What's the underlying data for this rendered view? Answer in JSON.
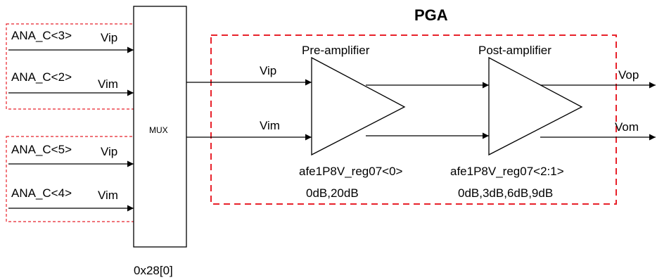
{
  "title": "PGA",
  "colors": {
    "dashed_box": "#e8212a",
    "line": "#000000"
  },
  "inputs": [
    {
      "name": "ANA_C<3>",
      "pin": "Vip"
    },
    {
      "name": "ANA_C<2>",
      "pin": "Vim"
    },
    {
      "name": "ANA_C<5>",
      "pin": "Vip"
    },
    {
      "name": "ANA_C<4>",
      "pin": "Vim"
    }
  ],
  "mux": {
    "label": "MUX",
    "register": "0x28[0]"
  },
  "pga": {
    "in_vip": "Vip",
    "in_vim": "Vim",
    "pre_amp": {
      "label": "Pre-amplifier",
      "register": "afe1P8V_reg07<0>",
      "gains": "0dB,20dB"
    },
    "post_amp": {
      "label": "Post-amplifier",
      "register": "afe1P8V_reg07<2:1>",
      "gains": "0dB,3dB,6dB,9dB"
    },
    "out_vop": "Vop",
    "out_vom": "Vom"
  }
}
